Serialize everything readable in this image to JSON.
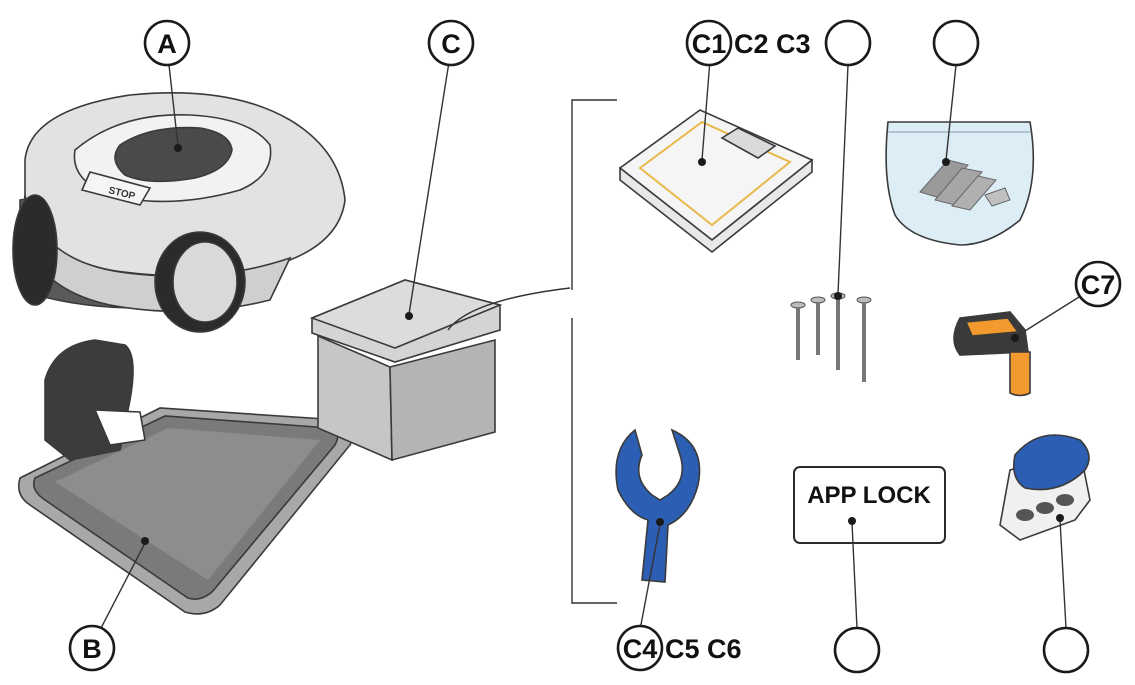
{
  "callouts": {
    "a": "A",
    "b": "B",
    "c": "C",
    "c1": "C1",
    "c2c3": "C2 C3",
    "c4": "C4",
    "c5c6": "C5 C6",
    "c7": "C7",
    "blank_1": "",
    "blank_2": "",
    "blank_3": "",
    "blank_4": ""
  },
  "labels": {
    "mower_stop": "STOP",
    "app_lock": "APP LOCK"
  },
  "colors": {
    "mower_body": "#e2e2e2",
    "mower_dark": "#4a4a4a",
    "box": "#d4d4d4",
    "tool_orange": "#f29a2e",
    "tool_blue": "#2c5fb3",
    "manual_border": "#e8b84a",
    "bag": "#dcedf5"
  }
}
